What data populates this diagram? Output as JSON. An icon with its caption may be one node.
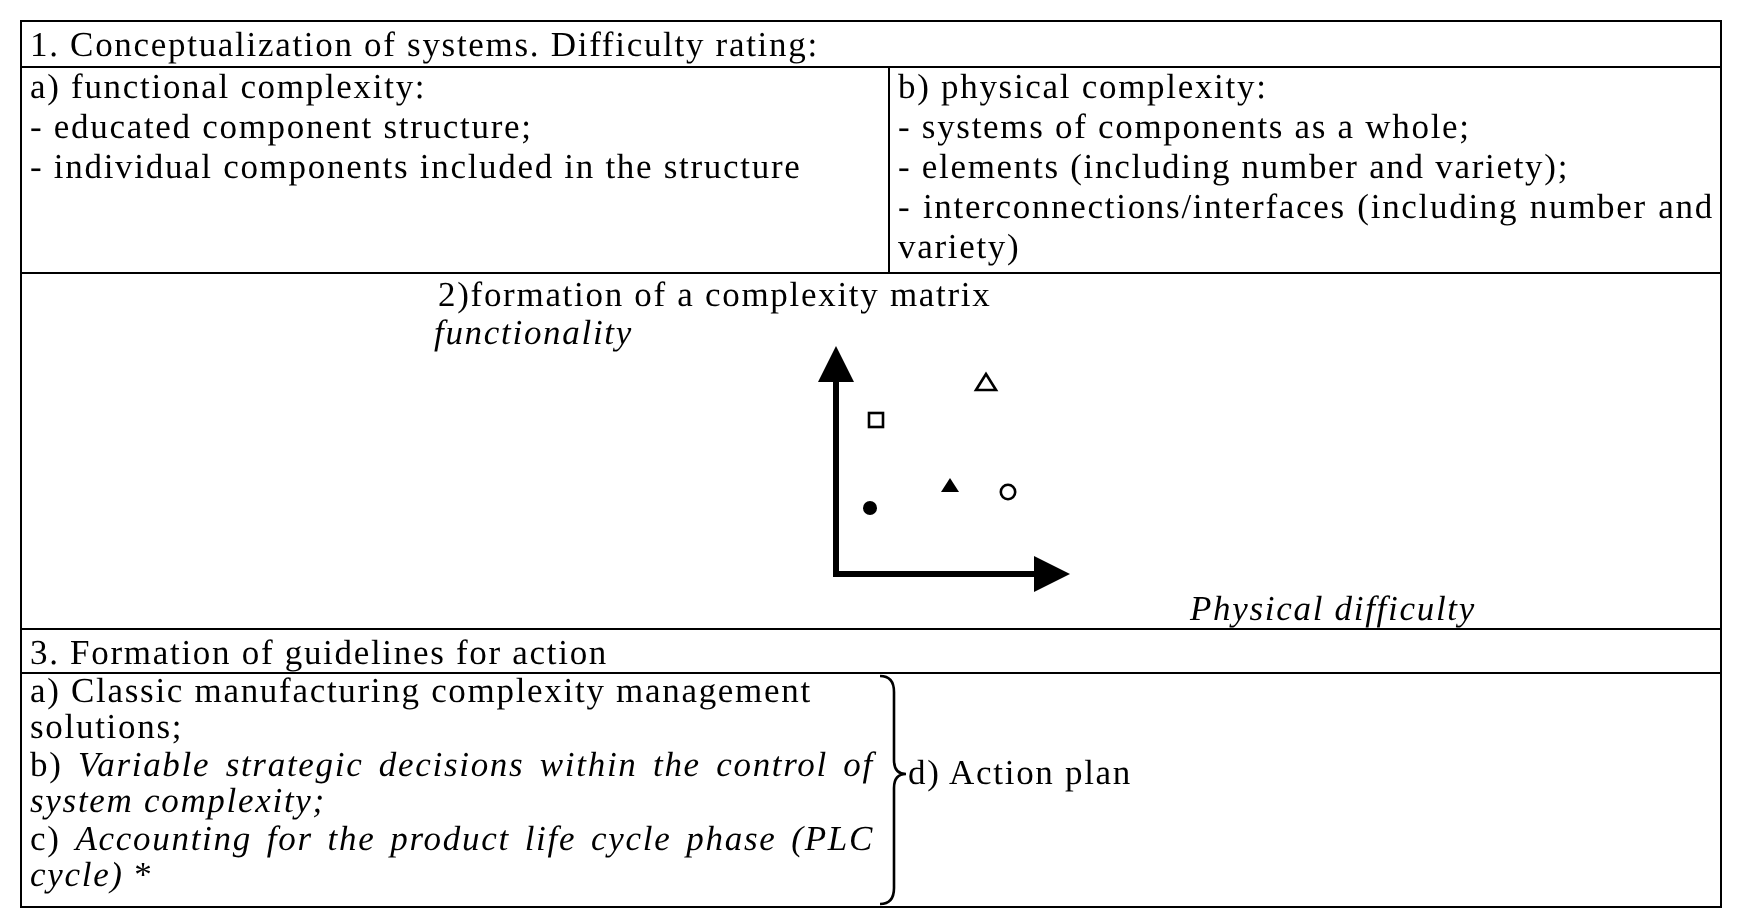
{
  "diagram": {
    "nodes": [
      {
        "text": [
          "1. Conceptualization of systems. Difficulty rating:"
        ]
      },
      {
        "text": [
          "a) functional complexity:",
          "- educated component structure;",
          "- individual components included in the structure"
        ]
      },
      {
        "text": [
          "b) physical complexity:",
          "- systems of components as a whole;",
          "- elements (including number and variety);",
          "- interconnections/interfaces (including number and variety)"
        ]
      },
      {
        "text": [
          "2)formation of a complexity matrix",
          "functionality",
          "Physical difficulty"
        ]
      },
      {
        "text": [
          "3. Formation of guidelines for action"
        ]
      },
      {
        "text": [
          "a) Classic manufacturing complexity management solutions;",
          "b) *Variable strategic decisions within the control of system complexity;*",
          "c) *Accounting for the product life cycle phase (PLC cycle)* *"
        ]
      },
      {
        "text": [
          "d) Action plan"
        ],
        "in": 5
      }
    ]
  }
}
